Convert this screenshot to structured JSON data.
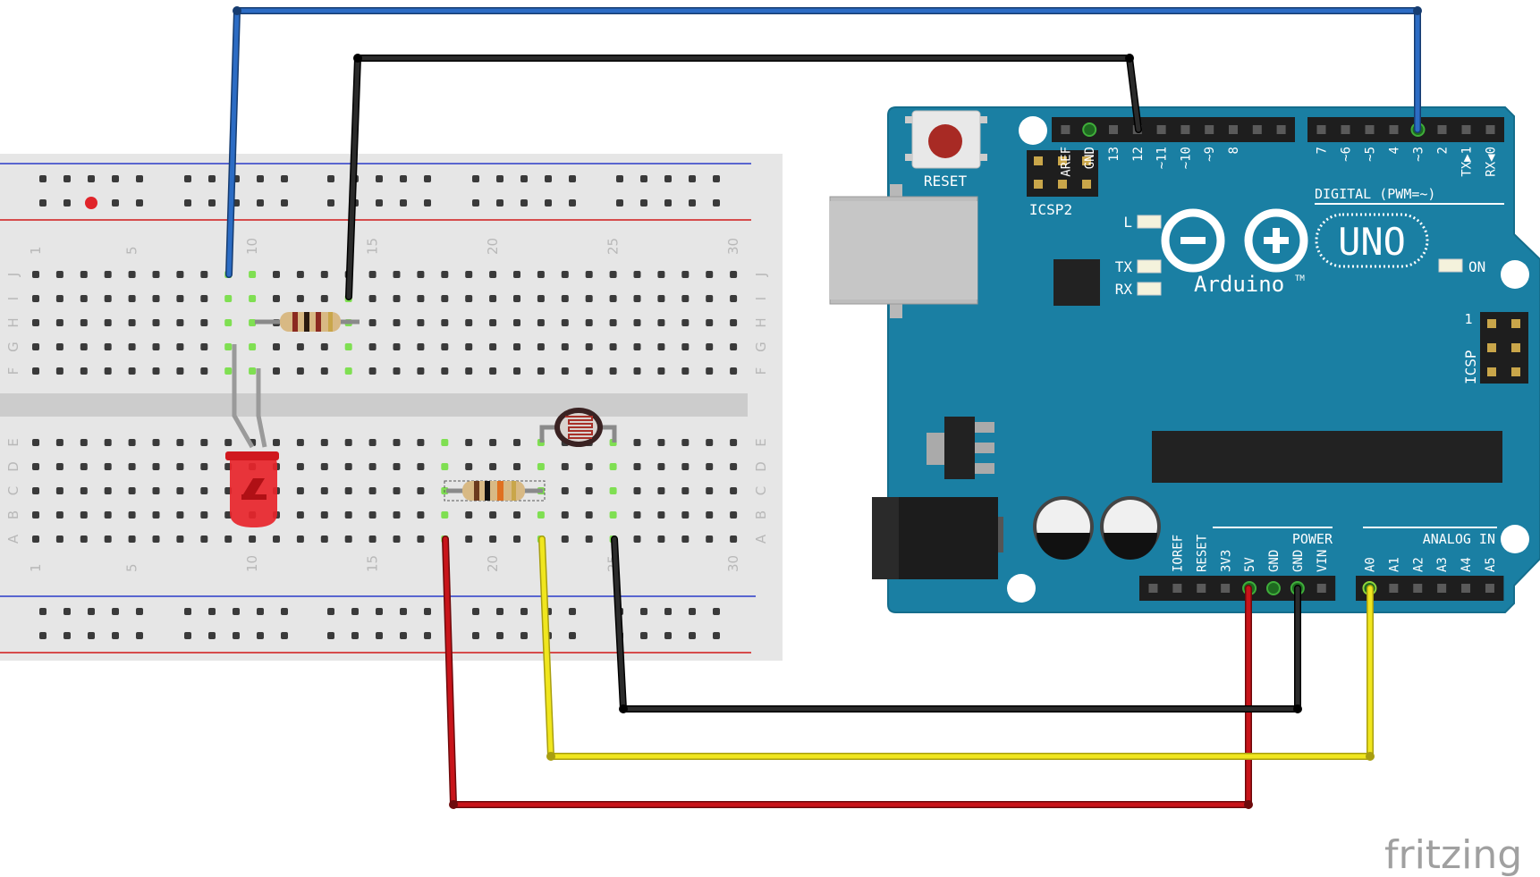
{
  "watermark": "fritzing",
  "breadboard": {
    "column_numbers": [
      "1",
      "5",
      "10",
      "15",
      "20",
      "25",
      "30"
    ],
    "row_letters_top": [
      "J",
      "I",
      "H",
      "G",
      "F"
    ],
    "row_letters_bottom": [
      "E",
      "D",
      "C",
      "B",
      "A"
    ]
  },
  "arduino": {
    "reset_label": "RESET",
    "icsp2_label": "ICSP2",
    "icsp_label": "ICSP",
    "icsp_pin1": "1",
    "digital_pins": [
      "AREF",
      "GND",
      "13",
      "12",
      "~11",
      "~10",
      "~9",
      "8",
      "7",
      "~6",
      "~5",
      "4",
      "~3",
      "2",
      "TX▶1",
      "RX◀0"
    ],
    "digital_label": "DIGITAL (PWM=~)",
    "led_l": "L",
    "led_tx": "TX",
    "led_rx": "RX",
    "led_on": "ON",
    "brand": "Arduino",
    "trademark": "TM",
    "model": "UNO",
    "power_pins": [
      "IOREF",
      "RESET",
      "3V3",
      "5V",
      "GND",
      "GND",
      "VIN"
    ],
    "power_label": "POWER",
    "analog_pins": [
      "A0",
      "A1",
      "A2",
      "A3",
      "A4",
      "A5"
    ],
    "analog_label": "ANALOG IN"
  },
  "colors": {
    "wire_blue": "#2c6cc4",
    "wire_black": "#1a1a1a",
    "wire_red": "#c8141a",
    "wire_yellow": "#f0e61e",
    "board": "#1a7fa3",
    "breadboard": "#e6e6e6",
    "led": "#e8252b",
    "active_hole": "#7fdf52"
  }
}
